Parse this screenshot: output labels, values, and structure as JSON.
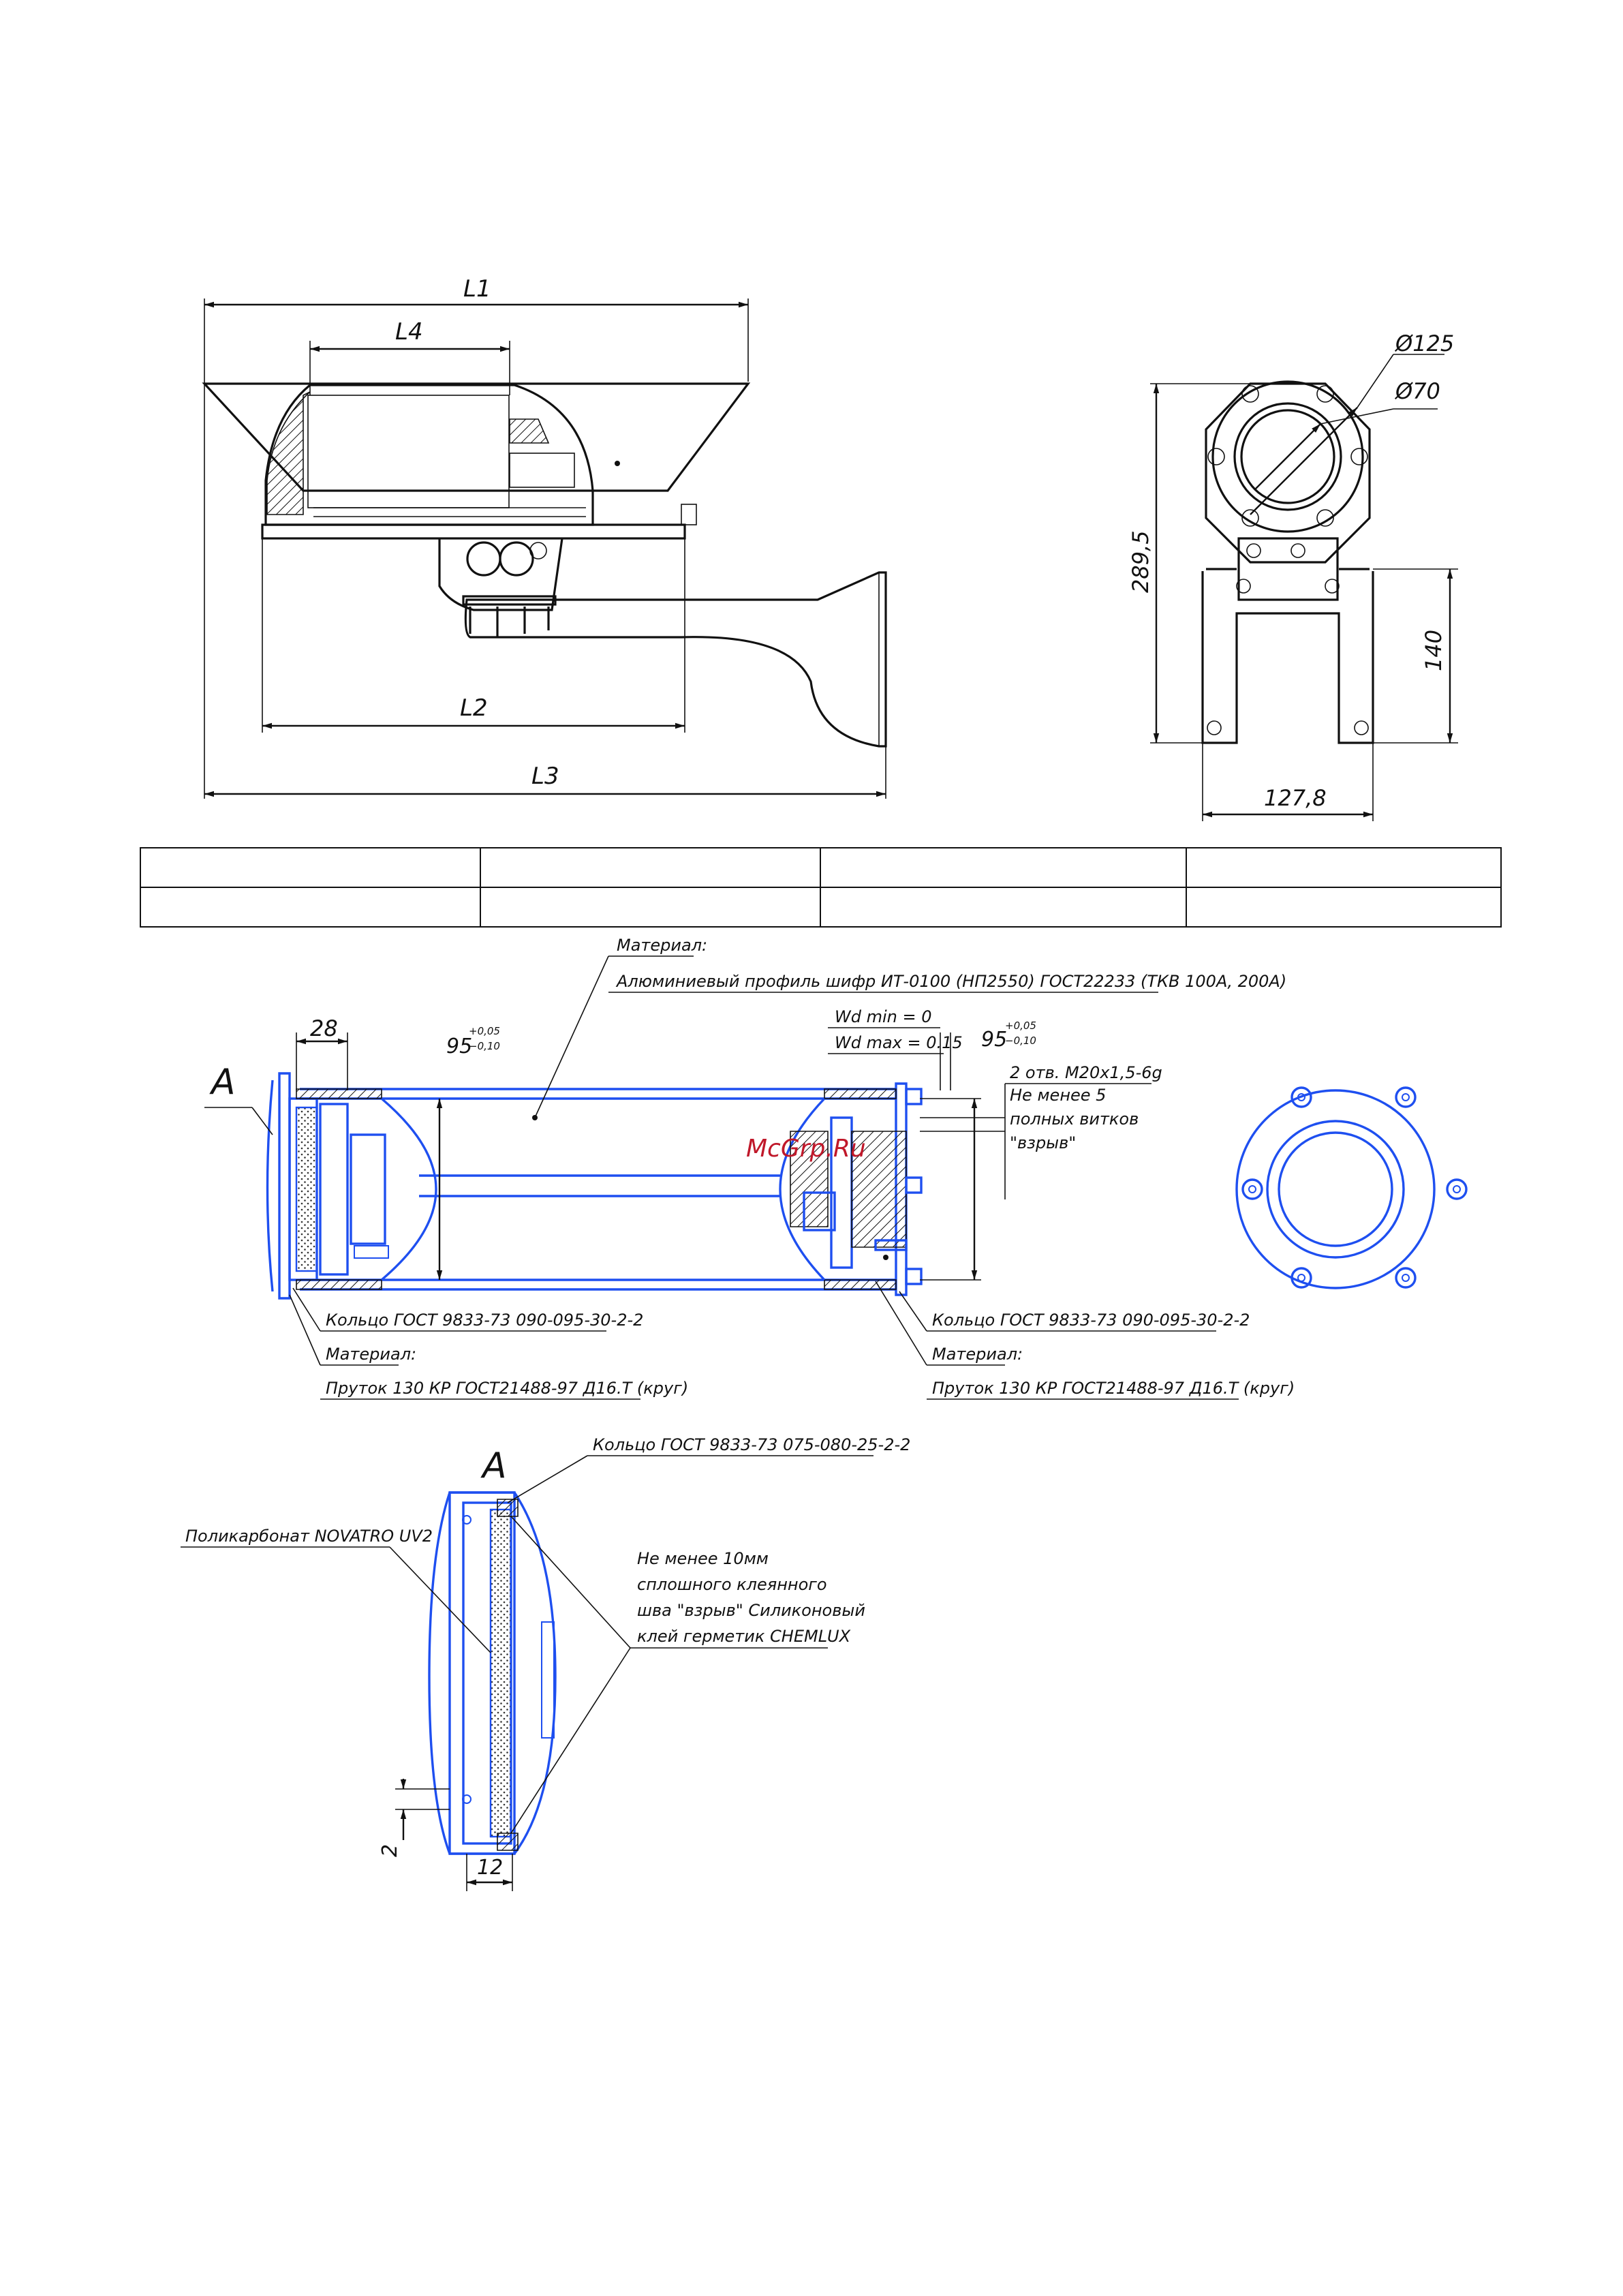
{
  "top_view": {
    "dims": {
      "l1": "L1",
      "l2": "L2",
      "l3": "L3",
      "l4": "L4"
    }
  },
  "front_view": {
    "dims": {
      "d125": "Ø125",
      "d70": "Ø70",
      "h289": "289,5",
      "h140": "140",
      "w127": "127,8"
    }
  },
  "table": {
    "rows": [
      [
        "",
        "",
        "",
        ""
      ],
      [
        "",
        "",
        "",
        ""
      ]
    ]
  },
  "section": {
    "label_a": "A",
    "dim_28": "28",
    "dim_95_left": "95",
    "tol_left_upper": "+0,05",
    "tol_left_lower": "−0,10",
    "dim_95_right": "95",
    "tol_right_upper": "+0,05",
    "tol_right_lower": "−0,10",
    "wd_min": "Wd min = 0",
    "wd_max": "Wd max = 0.15",
    "thread_1": "2 отв. М20х1,5-6g",
    "thread_2": "Не менее 5",
    "thread_3": "полных витков",
    "thread_4": "\"взрыв\"",
    "material_top_title": "Материал:",
    "material_top": "Алюминиевый профиль шифр ИТ-0100 (НП2550) ГОСТ22233 (ТКВ 100А, 200А)",
    "ring_left": "Кольцо ГОСТ 9833-73 090-095-30-2-2",
    "material_left_title": "Материал:",
    "material_left": "Пруток 130 КР ГОСТ21488-97 Д16.Т (круг)",
    "ring_right": "Кольцо ГОСТ 9833-73 090-095-30-2-2",
    "material_right_title": "Материал:",
    "material_right": "Пруток 130 КР ГОСТ21488-97 Д16.Т (круг)",
    "watermark": "McGrp.Ru"
  },
  "detail_a": {
    "label_a": "A",
    "ring": "Кольцо ГОСТ 9833-73 075-080-25-2-2",
    "poly": "Поликарбонат NOVATRO UV2",
    "note_1": "Не менее 10мм",
    "note_2": "сплошного клеянного",
    "note_3": "шва \"взрыв\" Силиконовый",
    "note_4": "клей герметик CHEMLUX",
    "dim_2": "2",
    "dim_12": "12"
  },
  "colors": {
    "line": "#111111",
    "blue": "#1e4ff0",
    "watermark": "#c0182a"
  }
}
